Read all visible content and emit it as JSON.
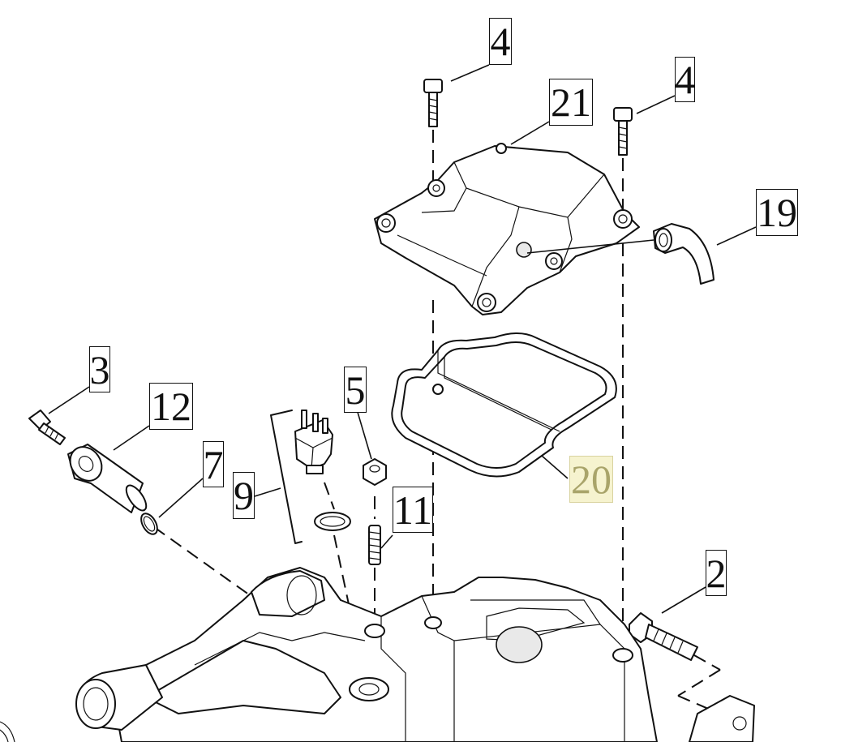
{
  "callouts": [
    {
      "id": "2",
      "label": "2",
      "highlighted": false
    },
    {
      "id": "3",
      "label": "3",
      "highlighted": false
    },
    {
      "id": "4a",
      "label": "4",
      "highlighted": false
    },
    {
      "id": "4b",
      "label": "4",
      "highlighted": false
    },
    {
      "id": "5",
      "label": "5",
      "highlighted": false
    },
    {
      "id": "7",
      "label": "7",
      "highlighted": false
    },
    {
      "id": "9",
      "label": "9",
      "highlighted": false
    },
    {
      "id": "11",
      "label": "11",
      "highlighted": false
    },
    {
      "id": "12",
      "label": "12",
      "highlighted": false
    },
    {
      "id": "19",
      "label": "19",
      "highlighted": false
    },
    {
      "id": "20",
      "label": "20",
      "highlighted": true
    },
    {
      "id": "21",
      "label": "21",
      "highlighted": false
    }
  ],
  "colors": {
    "line": "#111111",
    "highlight_bg": "#f6f3cf",
    "highlight_text": "#a9a46a",
    "background": "#ffffff"
  }
}
